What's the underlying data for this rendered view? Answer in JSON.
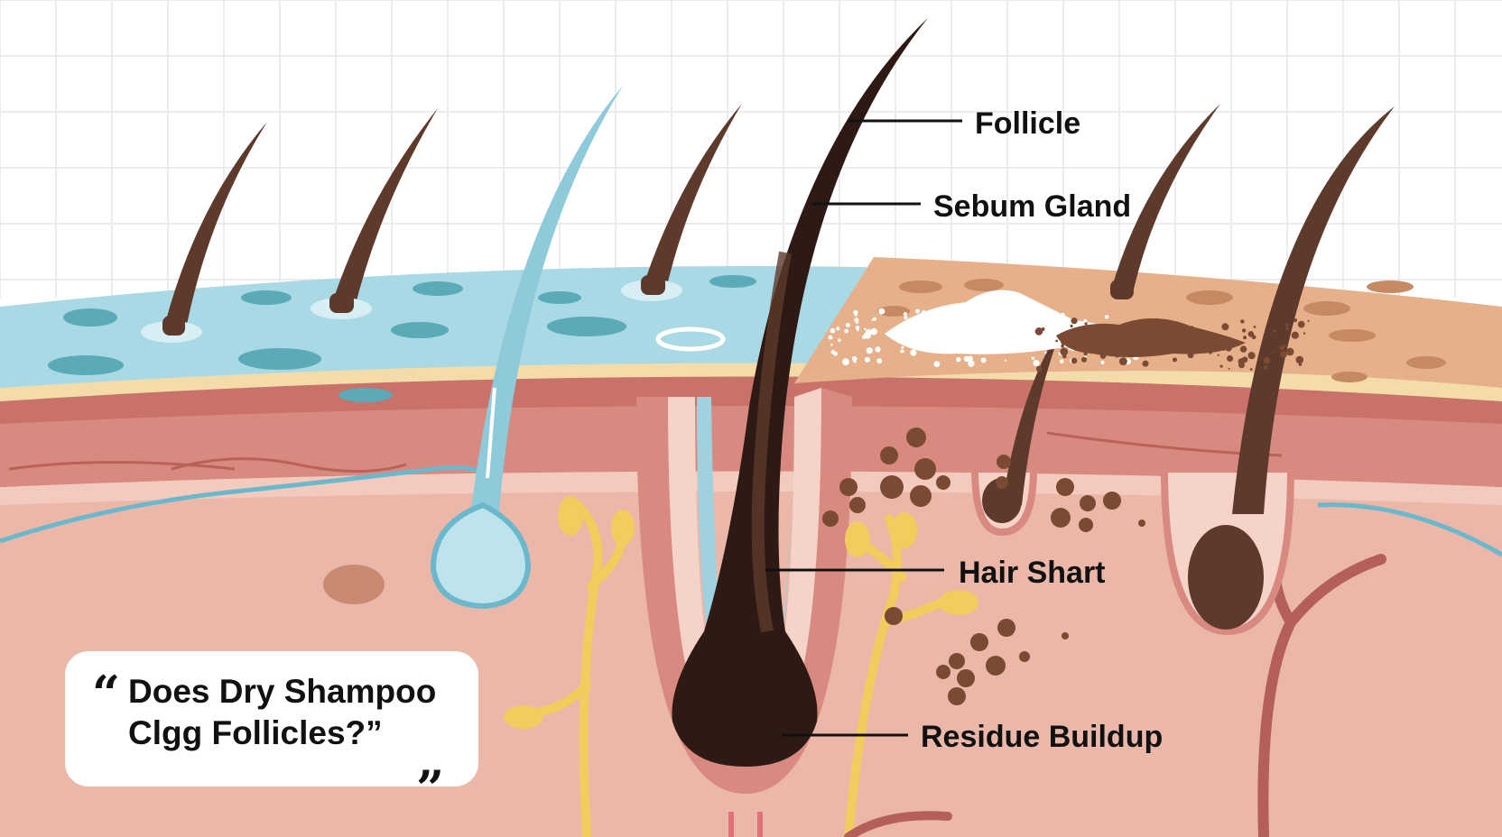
{
  "labels": {
    "follicle": "Follicle",
    "sebum_gland": "Sebum Gland",
    "hair_shaft": "Hair Shart",
    "residue": "Residue Buildup"
  },
  "quote": {
    "open_mark": "“",
    "line1": "Does Dry Shampoo",
    "line2": "Clgg Follicles?”",
    "close_mark": "„"
  },
  "colors": {
    "background": "#ffffff",
    "grid": "#ececec",
    "dermis": "#eab7a8",
    "dermis_light": "#f6d3c8",
    "dermis_band": "#c8726a",
    "fat_line": "#f4dcaa",
    "clean_epidermis": "#a9d9e4",
    "clean_pores": "#5aaab8",
    "dirty_epidermis": "#e6b08a",
    "dirty_pores": "#c58a64",
    "hair": "#5e3a2c",
    "main_hair": "#2e1a14",
    "blue_hair": "#8fcadb",
    "residue_white": "#ffffff",
    "residue_brown": "#7a4a32",
    "nerve": "#f2cd5e",
    "vessel": "#b45f58",
    "text": "#111111"
  }
}
